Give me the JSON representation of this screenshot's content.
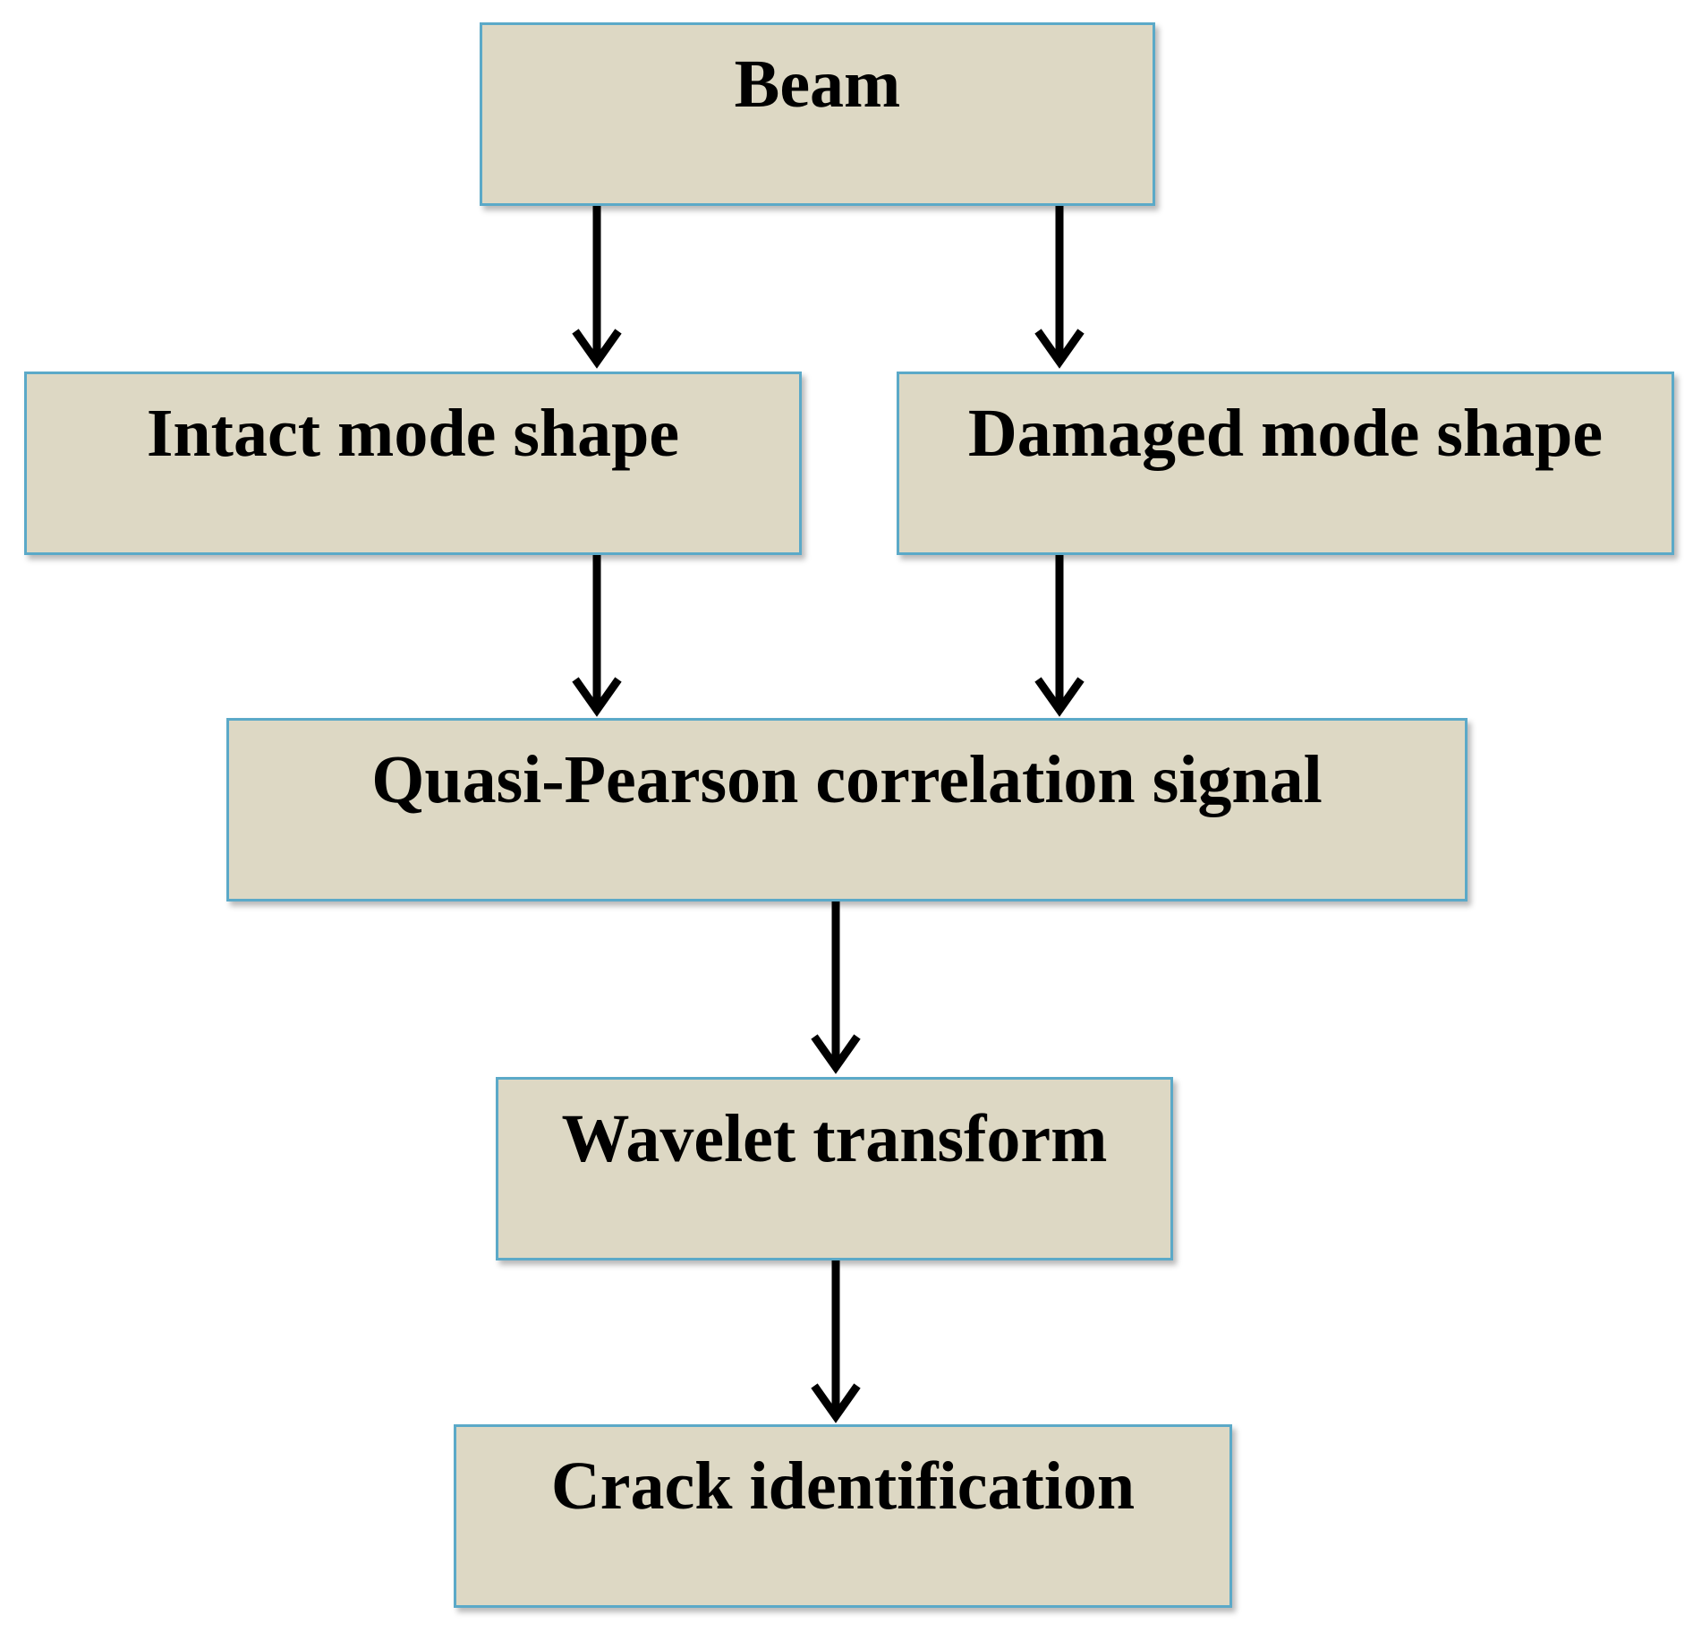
{
  "diagram": {
    "nodes": [
      {
        "id": "beam",
        "label": "Beam"
      },
      {
        "id": "intact",
        "label": "Intact mode shape"
      },
      {
        "id": "damaged",
        "label": "Damaged mode shape"
      },
      {
        "id": "qpcs",
        "label": "Quasi-Pearson correlation signal"
      },
      {
        "id": "wavelet",
        "label": "Wavelet transform"
      },
      {
        "id": "crack",
        "label": "Crack identification"
      }
    ],
    "edges": [
      {
        "from": "beam",
        "to": "intact"
      },
      {
        "from": "beam",
        "to": "damaged"
      },
      {
        "from": "intact",
        "to": "qpcs"
      },
      {
        "from": "damaged",
        "to": "qpcs"
      },
      {
        "from": "qpcs",
        "to": "wavelet"
      },
      {
        "from": "wavelet",
        "to": "crack"
      }
    ],
    "colors": {
      "node_fill": "#ddd8c4",
      "node_border": "#5ba9c8",
      "arrow": "#000000"
    }
  }
}
